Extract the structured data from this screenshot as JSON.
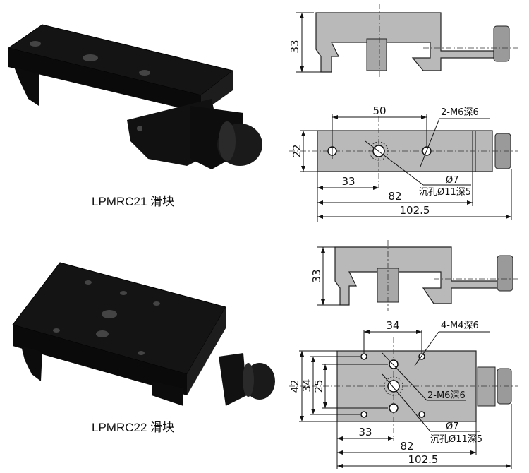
{
  "products": [
    {
      "caption": "LPMRC21 滑块",
      "side_view": {
        "height_dim": "33"
      },
      "top_view": {
        "height_dim": "22",
        "hole_spacing_dim": "50",
        "thread_note": "2-M6深6",
        "offset_dim": "33",
        "body_length_dim": "82",
        "total_length_dim": "102.5",
        "hole_note": "Ø7",
        "counterbore_note": "沉孔Ø11深5"
      }
    },
    {
      "caption": "LPMRC22 滑块",
      "side_view": {
        "height_dim": "33"
      },
      "top_view": {
        "height_dim": "42",
        "m4_span_dim": "34",
        "m6_span_dim": "25",
        "hole_spacing_dim": "34",
        "m4_note": "4-M4深6",
        "thread_note": "2-M6深6",
        "offset_dim": "33",
        "body_length_dim": "82",
        "total_length_dim": "102.5",
        "hole_note": "Ø7",
        "counterbore_note": "沉孔Ø11深5"
      }
    }
  ]
}
